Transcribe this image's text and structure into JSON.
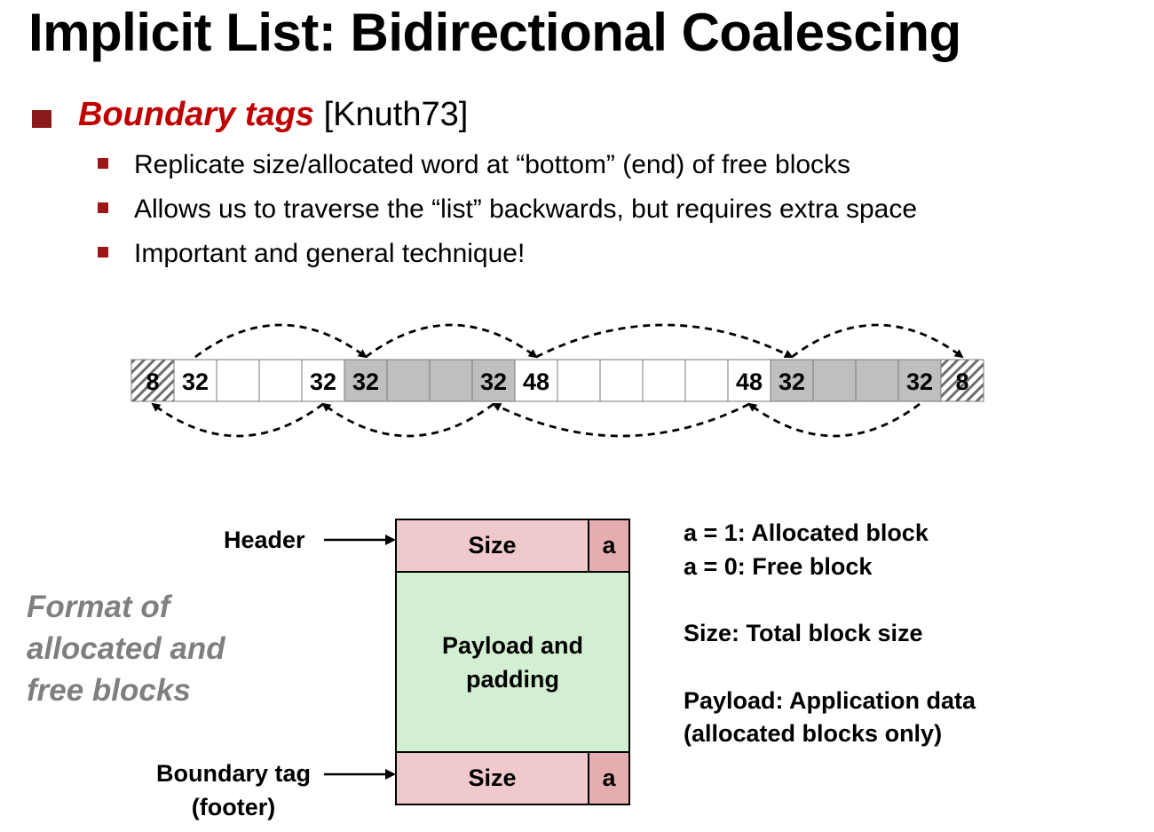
{
  "title": "Implicit List: Bidirectional Coalescing",
  "main_bullet": {
    "emphasis": "Boundary tags",
    "citation": "[Knuth73]"
  },
  "sub_bullets": [
    "Replicate size/allocated word at “bottom” (end) of free blocks",
    "Allows us to traverse the “list” backwards, but requires extra space",
    "Important and general technique!"
  ],
  "heap_cells": [
    {
      "label": "8",
      "fill": "hatch"
    },
    {
      "label": "32",
      "fill": "white"
    },
    {
      "label": "",
      "fill": "white"
    },
    {
      "label": "",
      "fill": "white"
    },
    {
      "label": "32",
      "fill": "white"
    },
    {
      "label": "32",
      "fill": "gray"
    },
    {
      "label": "",
      "fill": "gray"
    },
    {
      "label": "",
      "fill": "gray"
    },
    {
      "label": "32",
      "fill": "gray"
    },
    {
      "label": "48",
      "fill": "white"
    },
    {
      "label": "",
      "fill": "white"
    },
    {
      "label": "",
      "fill": "white"
    },
    {
      "label": "",
      "fill": "white"
    },
    {
      "label": "",
      "fill": "white"
    },
    {
      "label": "48",
      "fill": "white"
    },
    {
      "label": "32",
      "fill": "gray"
    },
    {
      "label": "",
      "fill": "gray"
    },
    {
      "label": "",
      "fill": "gray"
    },
    {
      "label": "32",
      "fill": "gray"
    },
    {
      "label": "8",
      "fill": "hatch"
    }
  ],
  "forward_arrows": [
    [
      1,
      5
    ],
    [
      5,
      9
    ],
    [
      9,
      15
    ],
    [
      15,
      19
    ]
  ],
  "backward_arrows": [
    [
      4,
      0
    ],
    [
      8,
      4
    ],
    [
      14,
      8
    ],
    [
      18,
      14
    ]
  ],
  "colors": {
    "gray_cell": "#bfbfbf",
    "header_pink": "#efc9cb",
    "alloc_bit_pink": "#e6adb0",
    "payload_green": "#d3efd2",
    "bullet_red": "#a01515",
    "emphasis_red": "#c00000",
    "muted_gray": "#7f7f7f"
  },
  "format": {
    "header_label": "Header",
    "footer_label_line1": "Boundary tag",
    "footer_label_line2": "(footer)",
    "size_label": "Size",
    "alloc_bit_label": "a",
    "payload_line1": "Payload and",
    "payload_line2": "padding",
    "caption_line1": "Format of",
    "caption_line2": "allocated and",
    "caption_line3": "free blocks"
  },
  "legend": [
    "a = 1: Allocated block",
    "a = 0: Free block",
    "Size: Total block size",
    "Payload: Application data",
    "(allocated blocks only)"
  ]
}
